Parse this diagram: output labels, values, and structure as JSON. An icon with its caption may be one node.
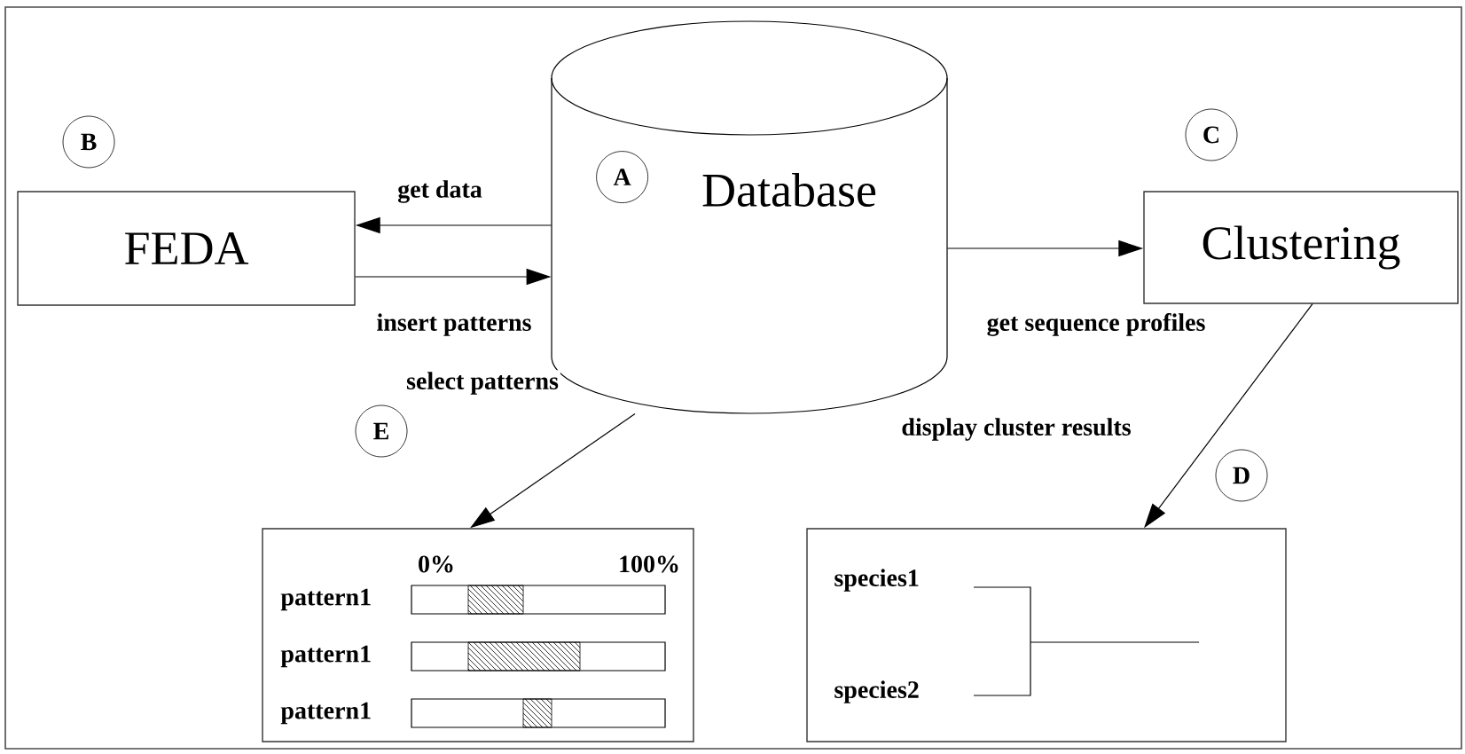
{
  "diagram": {
    "nodes": [
      {
        "text": [
          "Database"
        ]
      },
      {
        "text": [
          "A"
        ],
        "in": 0
      },
      {
        "text": [
          "B"
        ]
      },
      {
        "text": [
          "FEDA"
        ]
      },
      {
        "text": [
          "C"
        ]
      },
      {
        "text": [
          "Clustering"
        ]
      },
      {
        "text": [
          "E"
        ]
      },
      {
        "text": [
          "0%",
          "100%",
          "pattern1",
          "pattern1",
          "pattern1"
        ]
      },
      {
        "text": [
          "D"
        ]
      },
      {
        "text": [
          "species1",
          "species2"
        ]
      }
    ],
    "edges": [
      {
        "from": 0,
        "to": 3,
        "arrow": "to",
        "label": "get data"
      },
      {
        "from": 3,
        "to": 0,
        "arrow": "to",
        "label": "insert patterns"
      },
      {
        "from": 0,
        "to": 5,
        "arrow": "to",
        "label": "get sequence profiles"
      },
      {
        "from": 0,
        "to": 7,
        "arrow": "to",
        "label": "select patterns"
      },
      {
        "from": 5,
        "to": 9,
        "arrow": "to",
        "label": "display cluster results"
      }
    ]
  }
}
